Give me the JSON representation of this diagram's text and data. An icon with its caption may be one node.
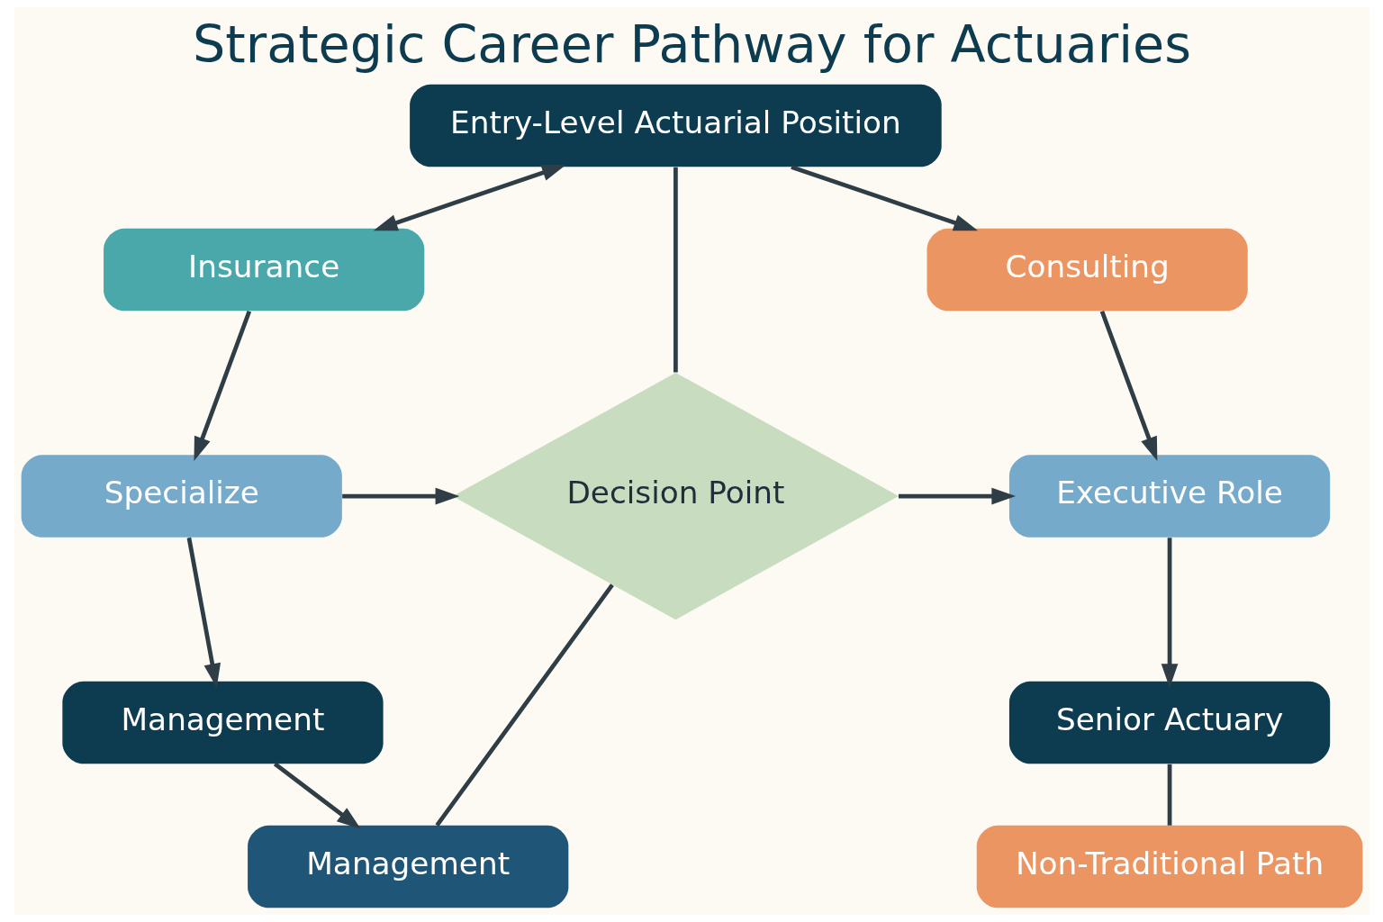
{
  "diagram": {
    "title": "Strategic Career Pathway for Actuaries",
    "nodes": [
      {
        "text": [
          "Entry-Level Actuarial Position"
        ]
      },
      {
        "text": [
          "Insurance"
        ]
      },
      {
        "text": [
          "Consulting"
        ]
      },
      {
        "text": [
          "Specialize"
        ]
      },
      {
        "text": [
          "Decision Point"
        ]
      },
      {
        "text": [
          "Executive Role"
        ]
      },
      {
        "text": [
          "Management"
        ]
      },
      {
        "text": [
          "Senior Actuary"
        ]
      },
      {
        "text": [
          "Management"
        ]
      },
      {
        "text": [
          "Non-Traditional Path"
        ]
      }
    ],
    "edges": [
      {
        "from": 1,
        "to": 0,
        "arrow": "both"
      },
      {
        "from": 0,
        "to": 2,
        "arrow": "to"
      },
      {
        "from": 0,
        "to": 4,
        "arrow": "none"
      },
      {
        "from": 1,
        "to": 3,
        "arrow": "to"
      },
      {
        "from": 3,
        "to": 4,
        "arrow": "to"
      },
      {
        "from": 4,
        "to": 5,
        "arrow": "to"
      },
      {
        "from": 2,
        "to": 5,
        "arrow": "to"
      },
      {
        "from": 3,
        "to": 6,
        "arrow": "to"
      },
      {
        "from": 6,
        "to": 8,
        "arrow": "to"
      },
      {
        "from": 5,
        "to": 7,
        "arrow": "to"
      },
      {
        "from": 7,
        "to": 9,
        "arrow": "none"
      },
      {
        "from": 8,
        "to": 4,
        "arrow": "none"
      }
    ]
  }
}
